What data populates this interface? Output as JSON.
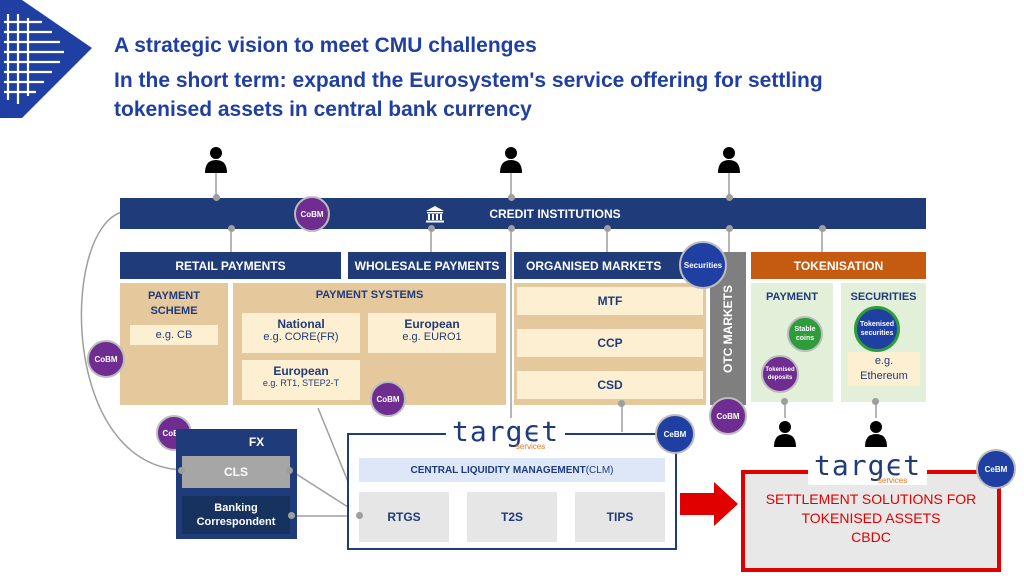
{
  "title": "A strategic vision to meet CMU challenges",
  "subtitle_line1": "In the short term: expand the Eurosystem's service offering for settling",
  "subtitle_line2": "tokenised assets in central bank currency",
  "credit_institutions": "CREDIT INSTITUTIONS",
  "columns": {
    "retail": "RETAIL PAYMENTS",
    "wholesale": "WHOLESALE PAYMENTS",
    "organised": "ORGANISED MARKETS",
    "tokenisation": "TOKENISATION",
    "otc": "OTC MARKETS"
  },
  "payment_scheme": {
    "title_1": "PAYMENT",
    "title_2": "SCHEME",
    "example": "e.g. CB"
  },
  "payment_systems": {
    "title": "PAYMENT SYSTEMS",
    "national_title": "National",
    "national_example": "e.g. CORE(FR)",
    "european_title": "European",
    "european_example": "e.g. EURO1",
    "european2_title": "European",
    "european2_example": "e.g. RT1, STEP2-T"
  },
  "markets": [
    "MTF",
    "CCP",
    "CSD"
  ],
  "tokenisation": {
    "payment_title": "PAYMENT",
    "securities_title": "SECURITIES",
    "stable_1": "Stable",
    "stable_2": "coins",
    "tokenised_deposits_1": "Tokenised",
    "tokenised_deposits_2": "deposits",
    "tokenised_securities_1": "Tokenised",
    "tokenised_securities_2": "securities",
    "eg": "e.g.",
    "ethereum": "Ethereum"
  },
  "badges": {
    "cobm": "CoBM",
    "cebm": "CeBM",
    "securities": "Securities"
  },
  "fx": {
    "title": "FX",
    "cls": "CLS",
    "banking_1": "Banking",
    "banking_2": "Correspondent"
  },
  "target": {
    "logo": "targϵt",
    "sub": "services",
    "clm": "CENTRAL LIQUIDITY MANAGEMENT",
    "clm_abbr": " (CLM)",
    "services": [
      "RTGS",
      "T2S",
      "TIPS"
    ]
  },
  "settlement": {
    "line1": "SETTLEMENT SOLUTIONS FOR",
    "line2": "TOKENISED ASSETS",
    "line3": "CBDC"
  },
  "colors": {
    "title": "#1f3fa3",
    "navy": "#1f3b7a",
    "tan": "#e6c89d",
    "tokenisation": "#c55a11",
    "green_panel": "#e2efd9",
    "cobm": "#6f2d91",
    "cebm": "#1f3fa3",
    "arrow": "#e00000"
  },
  "icons": [
    "person-icon",
    "bank-icon",
    "right-arrow-icon",
    "ecb-logo-icon"
  ]
}
